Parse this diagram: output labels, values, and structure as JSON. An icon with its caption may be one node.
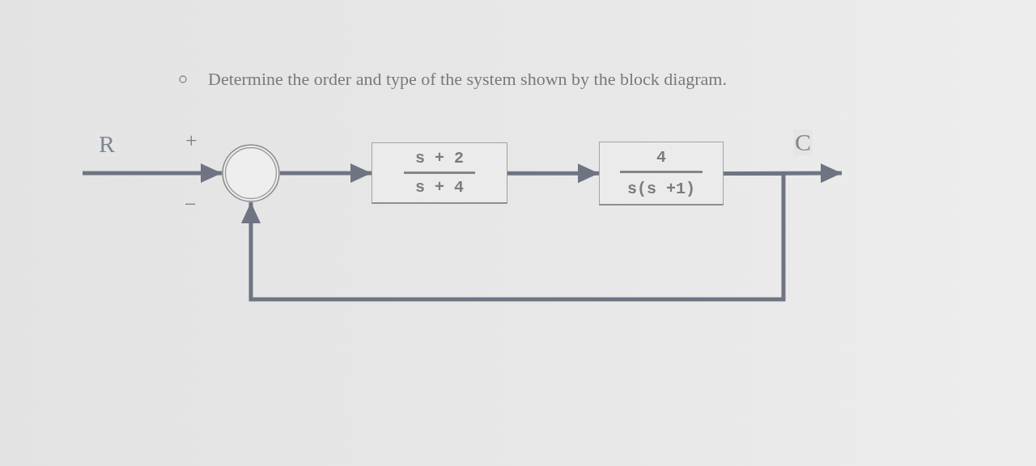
{
  "diagram": {
    "title": "Determine the order and type of the system shown by the block diagram.",
    "nodes": [
      {
        "text": [],
        "shape": "circle"
      },
      {
        "text": [
          "s + 2",
          "s + 4"
        ]
      },
      {
        "text": [
          "4",
          "s(s +1)"
        ]
      }
    ],
    "edges": [
      {
        "from": null,
        "to": 0,
        "arrow": "to",
        "label": "R"
      },
      {
        "from": 0,
        "to": 1,
        "arrow": "to"
      },
      {
        "from": 1,
        "to": 2,
        "arrow": "to"
      },
      {
        "from": 2,
        "to": null,
        "arrow": "to",
        "label": "C"
      },
      {
        "from": 2,
        "to": 0,
        "arrow": "to"
      }
    ],
    "labels": [
      "+",
      "−"
    ]
  }
}
